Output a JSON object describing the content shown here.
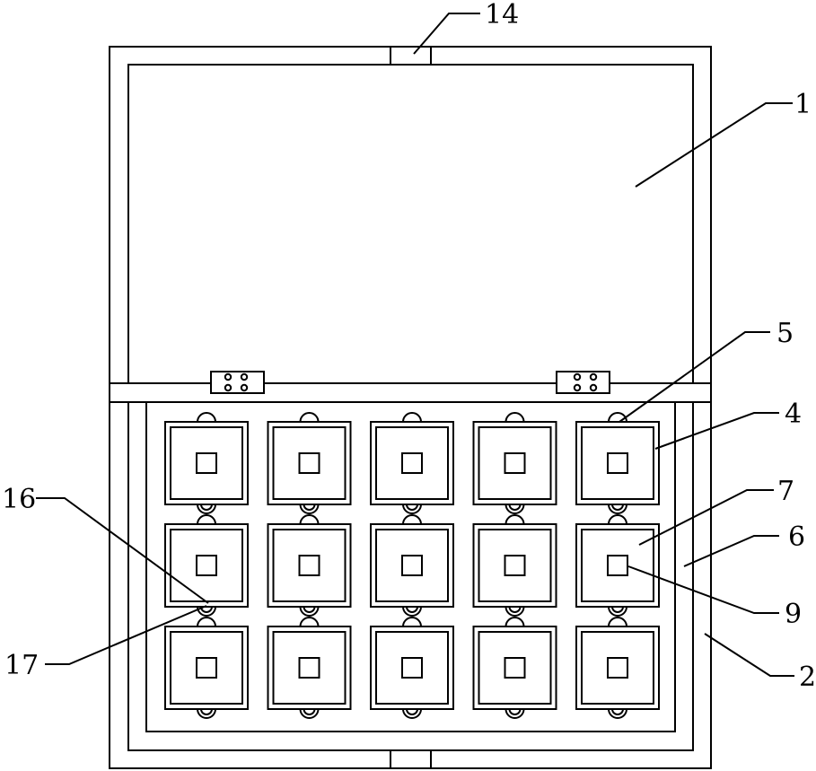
{
  "colors": {
    "stroke": "#000000",
    "background": "#ffffff"
  },
  "drawing": {
    "grid": {
      "rows": 3,
      "cols": 5
    },
    "labels": {
      "l14": "14",
      "l1": "1",
      "l5": "5",
      "l4": "4",
      "l7": "7",
      "l6": "6",
      "l9": "9",
      "l2": "2",
      "l16": "16",
      "l17": "17"
    }
  }
}
